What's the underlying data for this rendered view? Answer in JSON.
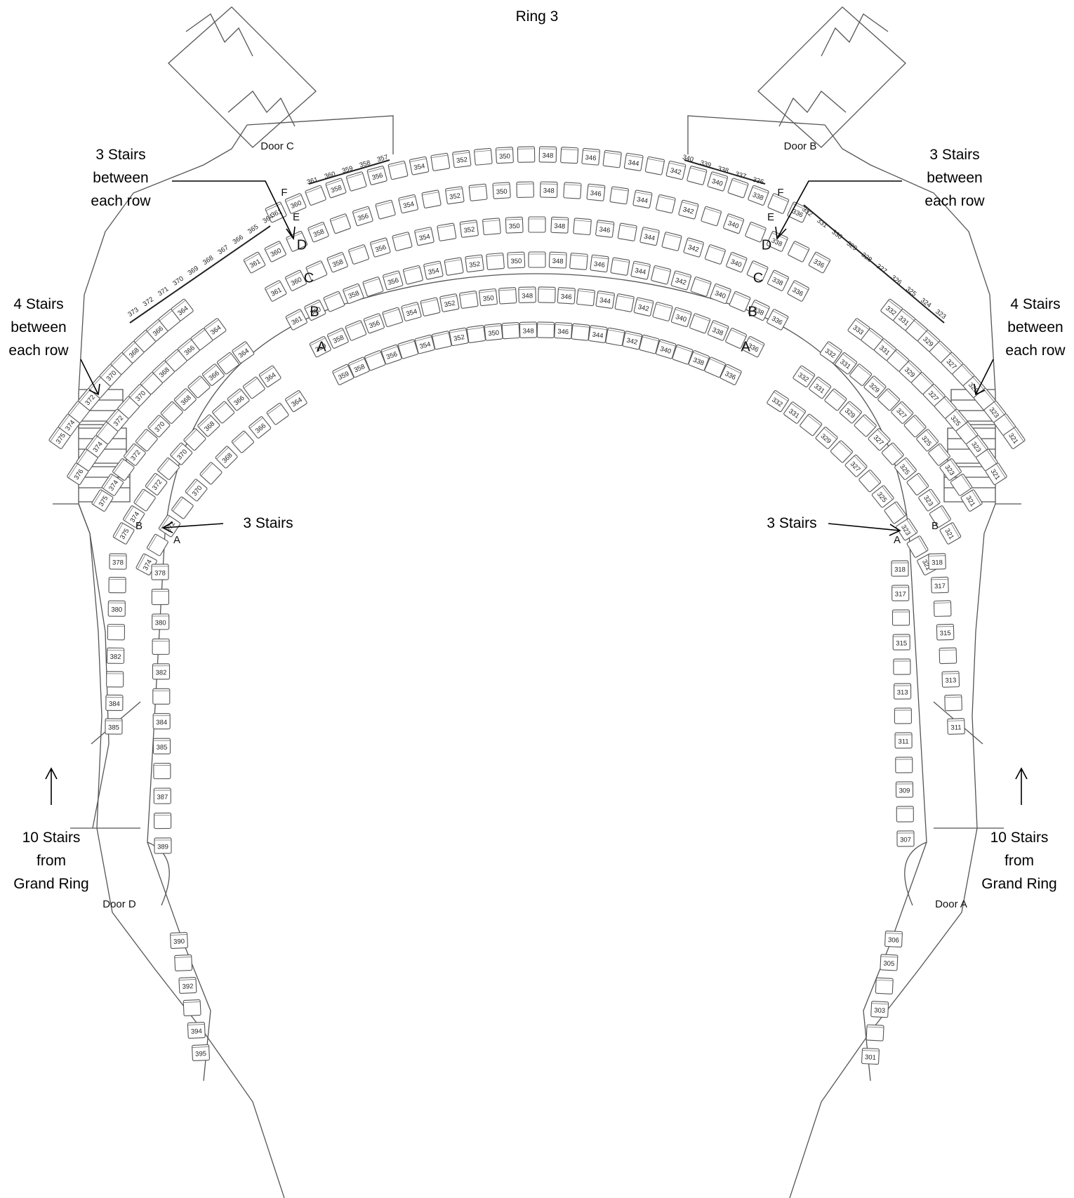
{
  "title": "Ring 3",
  "doors": {
    "a": "Door A",
    "b": "Door B",
    "c": "Door C",
    "d": "Door D"
  },
  "annotations": {
    "stairs_row_left": [
      "3 Stairs",
      "between",
      "each row"
    ],
    "stairs_row_right": [
      "3 Stairs",
      "between",
      "each row"
    ],
    "four_stairs_left": [
      "4 Stairs",
      "between",
      "each row"
    ],
    "four_stairs_right": [
      "4 Stairs",
      "between",
      "each row"
    ],
    "three_stairs_left": "3 Stairs",
    "three_stairs_right": "3 Stairs",
    "grand_ring_left": [
      "10 Stairs",
      "from",
      "Grand Ring"
    ],
    "grand_ring_right": [
      "10 Stairs",
      "from",
      "Grand Ring"
    ]
  },
  "rows": {
    "A": {
      "label": "A",
      "left": [
        "374",
        "",
        "372",
        "",
        "370",
        "",
        "368",
        "",
        "366",
        "",
        "364"
      ],
      "center": [
        "359",
        "358",
        "",
        "356",
        "",
        "354",
        "",
        "352",
        "",
        "350",
        "",
        "348",
        "",
        "346",
        "",
        "344",
        "",
        "342",
        "",
        "340",
        "",
        "338",
        "",
        "336"
      ],
      "right": [
        "332",
        "331",
        "",
        "329",
        "",
        "327",
        "",
        "325",
        "",
        "323",
        "",
        "321"
      ]
    },
    "B": {
      "label": "B",
      "left": [
        "375",
        "374",
        "",
        "372",
        "",
        "370",
        "",
        "368",
        "",
        "366",
        "",
        "364"
      ],
      "center": [
        "359",
        "358",
        "",
        "356",
        "",
        "354",
        "",
        "352",
        "",
        "350",
        "",
        "348",
        "",
        "346",
        "",
        "344",
        "",
        "342",
        "",
        "340",
        "",
        "338",
        "",
        "336"
      ],
      "right": [
        "332",
        "331",
        "",
        "329",
        "",
        "327",
        "",
        "325",
        "",
        "323",
        "",
        "321"
      ]
    },
    "C": {
      "label": "C",
      "left": [
        "375",
        "374",
        "",
        "372",
        "",
        "370",
        "",
        "368",
        "",
        "366",
        "",
        "364"
      ],
      "center": [
        "361",
        "360",
        "",
        "358",
        "",
        "356",
        "",
        "354",
        "",
        "352",
        "",
        "350",
        "",
        "348",
        "",
        "346",
        "",
        "344",
        "",
        "342",
        "",
        "340",
        "",
        "338",
        "336"
      ],
      "right": [
        "332",
        "331",
        "",
        "329",
        "",
        "327",
        "",
        "325",
        "",
        "323",
        "",
        "321"
      ]
    },
    "D": {
      "label": "D",
      "left": [
        "376",
        "",
        "374",
        "",
        "372",
        "",
        "370",
        "",
        "368",
        "",
        "366",
        "",
        "364"
      ],
      "center": [
        "361",
        "360",
        "",
        "358",
        "",
        "356",
        "",
        "354",
        "",
        "352",
        "",
        "350",
        "",
        "348",
        "",
        "346",
        "",
        "344",
        "",
        "342",
        "",
        "340",
        "",
        "338",
        "336"
      ],
      "right": [
        "333",
        "",
        "331",
        "",
        "329",
        "",
        "327",
        "",
        "325",
        "",
        "323",
        "",
        "321"
      ]
    },
    "E": {
      "label": "E",
      "left": [
        "375",
        "374",
        "",
        "372",
        "",
        "370",
        "",
        "368",
        "",
        "366",
        "",
        "364"
      ],
      "center": [
        "361",
        "360",
        "",
        "358",
        "",
        "356",
        "",
        "354",
        "",
        "352",
        "",
        "350",
        "",
        "348",
        "",
        "346",
        "",
        "344",
        "",
        "342",
        "",
        "340",
        "",
        "338",
        "",
        "336"
      ],
      "right": [
        "332",
        "331",
        "",
        "329",
        "",
        "327",
        "",
        "325",
        "",
        "323",
        "",
        "321"
      ],
      "left_numbers": [
        "373",
        "372",
        "371",
        "370",
        "369",
        "368",
        "367",
        "366",
        "365",
        "364"
      ],
      "right_numbers": [
        "332",
        "331",
        "330",
        "329",
        "328",
        "327",
        "326",
        "325",
        "324",
        "323"
      ]
    },
    "F": {
      "label": "F",
      "center": [
        "361",
        "360",
        "",
        "358",
        "",
        "356",
        "",
        "354",
        "",
        "352",
        "",
        "350",
        "",
        "348",
        "",
        "346",
        "",
        "344",
        "",
        "342",
        "",
        "340",
        "",
        "338",
        "",
        "336"
      ],
      "left_numbers": [
        "361",
        "360",
        "359",
        "358",
        "357"
      ],
      "right_numbers": [
        "340",
        "339",
        "338",
        "337",
        "336"
      ]
    }
  },
  "side_boxes": {
    "left_upper_row_b": [
      "378",
      "",
      "380",
      "",
      "382",
      "",
      "384",
      "385"
    ],
    "left_upper_row_a": [
      "378",
      "",
      "380",
      "",
      "382",
      "",
      "384",
      "385",
      "",
      "387",
      "",
      "389"
    ],
    "left_lower": [
      "390",
      "",
      "392",
      "",
      "394",
      "395"
    ],
    "right_upper_row_b": [
      "318",
      "317",
      "",
      "315",
      "",
      "313",
      "",
      "311"
    ],
    "right_upper_row_a": [
      "318",
      "317",
      "",
      "315",
      "",
      "313",
      "",
      "311",
      "",
      "309",
      "",
      "307"
    ],
    "right_lower": [
      "306",
      "305",
      "",
      "303",
      "",
      "301"
    ],
    "row_b_label": "B",
    "row_a_label": "A"
  }
}
